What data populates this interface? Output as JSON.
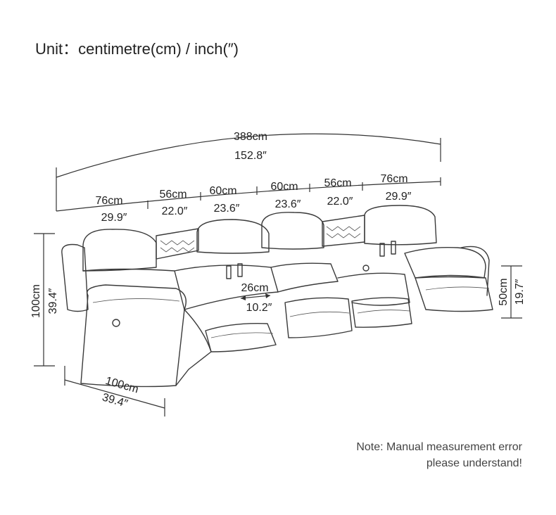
{
  "unit_label": "Unit：centimetre(cm) / inch(″)",
  "overall": {
    "cm": "388cm",
    "in": "152.8″"
  },
  "segments": [
    {
      "cm": "76cm",
      "in": "29.9″"
    },
    {
      "cm": "56cm",
      "in": "22.0″"
    },
    {
      "cm": "60cm",
      "in": "23.6″"
    },
    {
      "cm": "60cm",
      "in": "23.6″"
    },
    {
      "cm": "56cm",
      "in": "22.0″"
    },
    {
      "cm": "76cm",
      "in": "29.9″"
    }
  ],
  "height": {
    "cm": "100cm",
    "in": "39.4″"
  },
  "seat_height": {
    "cm": "50cm",
    "in": "19.7″"
  },
  "console_width": {
    "cm": "26cm",
    "in": "10.2″"
  },
  "depth": {
    "cm": "100cm",
    "in": "39.4″"
  },
  "note": {
    "line1": "Note: Manual measurement error",
    "line2": "please understand!"
  }
}
